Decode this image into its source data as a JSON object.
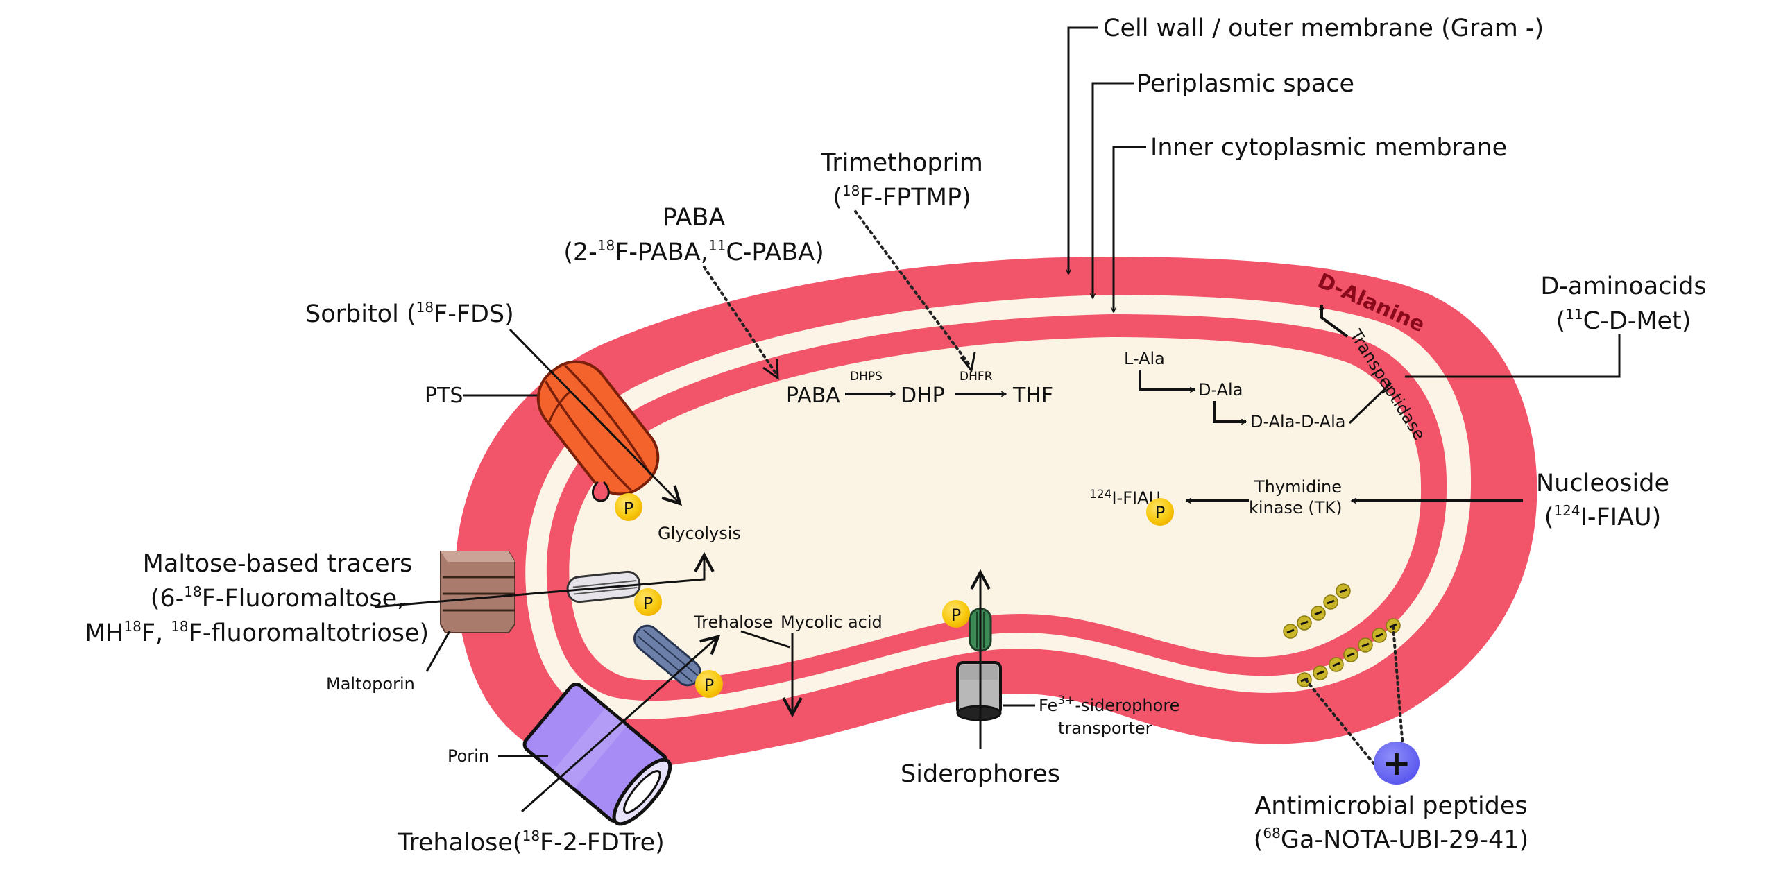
{
  "colors": {
    "membrane": "#f2546a",
    "periplasm": "#fcf4e6",
    "cytoplasm": "#fbf4e4",
    "background": "#ffffff",
    "pts_transporter": "#f5632d",
    "phosphate": "#f7c90f",
    "maltoporin": "#a97b6c",
    "porin": "#a88cf5",
    "trehalose_transporter": "#6c7fa8",
    "siderophore_channel": "#3d8a57",
    "siderophore_transporter": "#b8b8b8",
    "antimicrobial_peptide": "#6f6ef5",
    "d_alanine_text": "#8a0a1c"
  },
  "layers": {
    "cell_wall": "Cell wall / outer membrane (Gram -)",
    "periplasmic": "Periplasmic space",
    "inner_membrane": "Inner cytoplasmic membrane"
  },
  "tracers": {
    "trimethoprim": {
      "name": "Trimethoprim",
      "open": "(",
      "iso": "18",
      "rest": "F-FPTMP)"
    },
    "paba": {
      "name": "PABA",
      "line2_a": "(2-",
      "iso1": "18",
      "line2_b": "F-PABA,",
      "iso2": "11",
      "line2_c": "C-PABA)"
    },
    "sorbitol": {
      "name": "Sorbitol (",
      "iso": "18",
      "rest": "F-FDS)"
    },
    "d_aminoacids": {
      "name": "D-aminoacids",
      "open": "(",
      "iso": "11",
      "rest": "C-D-Met)"
    },
    "nucleoside": {
      "name": "Nucleoside",
      "open": "(",
      "iso": "124",
      "rest": "I-FIAU)"
    },
    "maltose": {
      "line1": "Maltose-based tracers",
      "line2_a": "(6-",
      "line2_iso": "18",
      "line2_b": "F-Fluoromaltose,",
      "line3_a": "MH",
      "line3_iso1": "18",
      "line3_b": "F, ",
      "line3_iso2": "18",
      "line3_c": "F-fluoromaltotriose)"
    },
    "trehalose": {
      "name": "Trehalose(",
      "iso": "18",
      "rest": "F-2-FDTre)"
    },
    "siderophores": {
      "name": "Siderophores"
    },
    "antimicrobial": {
      "line1": "Antimicrobial peptides",
      "open": "(",
      "iso": "68",
      "rest": "Ga-NOTA-UBI-29-41)"
    }
  },
  "structures": {
    "pts": "PTS",
    "maltoporin": "Maltoporin",
    "porin": "Porin",
    "fe_transporter_a": "Fe",
    "fe_transporter_sup": "3+",
    "fe_transporter_b": "-siderophore",
    "fe_transporter_c": "transporter",
    "transpeptidase": "Transpeptidase",
    "d_alanine": "D-Alanine",
    "thymidine_kinase_1": "Thymidine",
    "thymidine_kinase_2": "kinase (TK)"
  },
  "pathways": {
    "folate": {
      "paba": "PABA",
      "dhps": "DHPS",
      "dhp": "DHP",
      "dhfr": "DHFR",
      "thf": "THF"
    },
    "alanine": {
      "l_ala": "L-Ala",
      "d_ala": "D-Ala",
      "d_ala_d_ala": "D-Ala-D-Ala"
    },
    "fiau": {
      "iso": "124",
      "rest": "I-FIAU"
    },
    "glycolysis": "Glycolysis",
    "trehalose": "Trehalose",
    "mycolic_acid": "Mycolic acid"
  },
  "symbols": {
    "phosphate": "P",
    "positive_charge": "+",
    "negative_charge": "−"
  }
}
